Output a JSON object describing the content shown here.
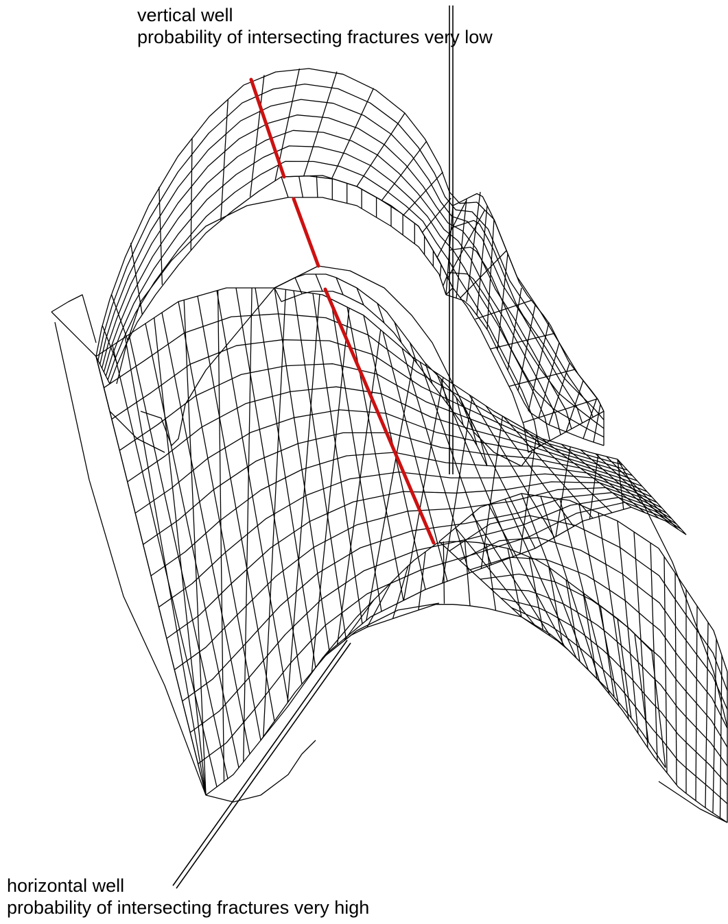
{
  "annotations": {
    "vertical_well": {
      "title": "vertical well",
      "note": "probability of intersecting fractures very low"
    },
    "horizontal_well": {
      "title": "horizontal well",
      "note": "probability of intersecting fractures very high"
    }
  },
  "colors": {
    "mesh": "#000000",
    "horizontal_well_path": "#cc1111",
    "background": "#ffffff"
  }
}
